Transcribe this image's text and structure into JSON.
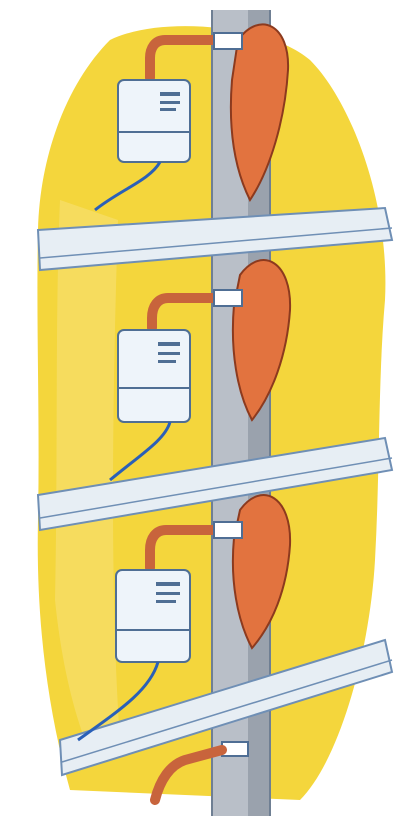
{
  "colors": {
    "background": "#ffffff",
    "wall_yellow": "#f4d63c",
    "wall_yellow_light": "#f8e27a",
    "column_gray": "#b9bfc8",
    "column_gray_dark": "#9aa2ad",
    "slab": "#e7eef4",
    "slab_edge": "#6f8fb5",
    "meter_body": "#eef4fa",
    "meter_outline": "#4f6e94",
    "pipe_copper": "#c8643c",
    "pipe_copper_dark": "#8c3a1e",
    "insulation": "#e2733f",
    "wire_blue": "#2a60b8"
  },
  "icons": {
    "meter": "electric-meter-icon",
    "pipe": "service-pipe",
    "insulation": "insulation-wrap"
  },
  "floors": [
    {
      "id": "floor-1"
    },
    {
      "id": "floor-2"
    },
    {
      "id": "floor-3"
    }
  ]
}
